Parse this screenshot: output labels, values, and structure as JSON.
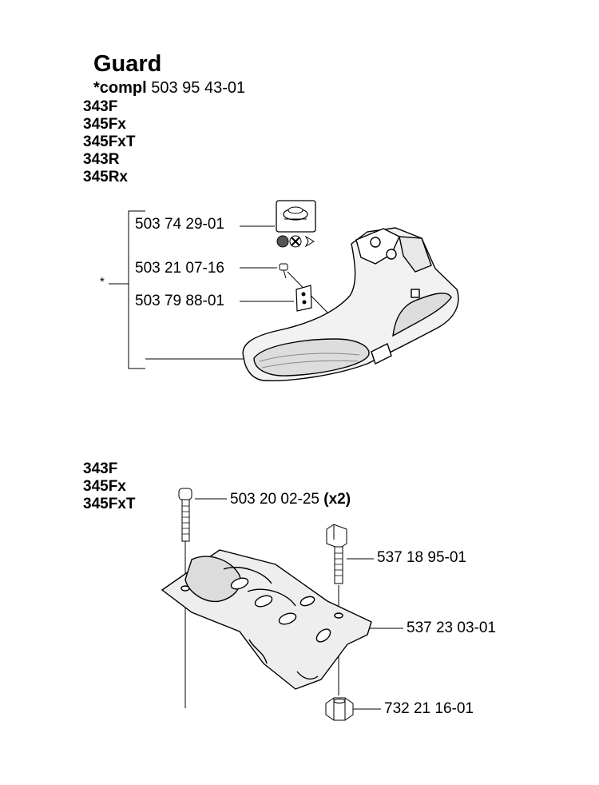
{
  "section": {
    "title": "Guard",
    "compl_prefix": "*compl",
    "compl_number": "503 95 43-01"
  },
  "group1": {
    "models": [
      "343F",
      "345Fx",
      "345FxT",
      "343R",
      "345Rx"
    ],
    "star_marker": "*",
    "parts": [
      {
        "number": "503 74 29-01"
      },
      {
        "number": "503 21 07-16"
      },
      {
        "number": "503 79 88-01"
      }
    ]
  },
  "group2": {
    "models": [
      "343F",
      "345Fx",
      "345FxT"
    ],
    "parts": [
      {
        "number": "503 20 02-25",
        "qty": "(x2)"
      },
      {
        "number": "537 18 95-01"
      },
      {
        "number": "537 23 03-01"
      },
      {
        "number": "732 21 16-01"
      }
    ]
  }
}
